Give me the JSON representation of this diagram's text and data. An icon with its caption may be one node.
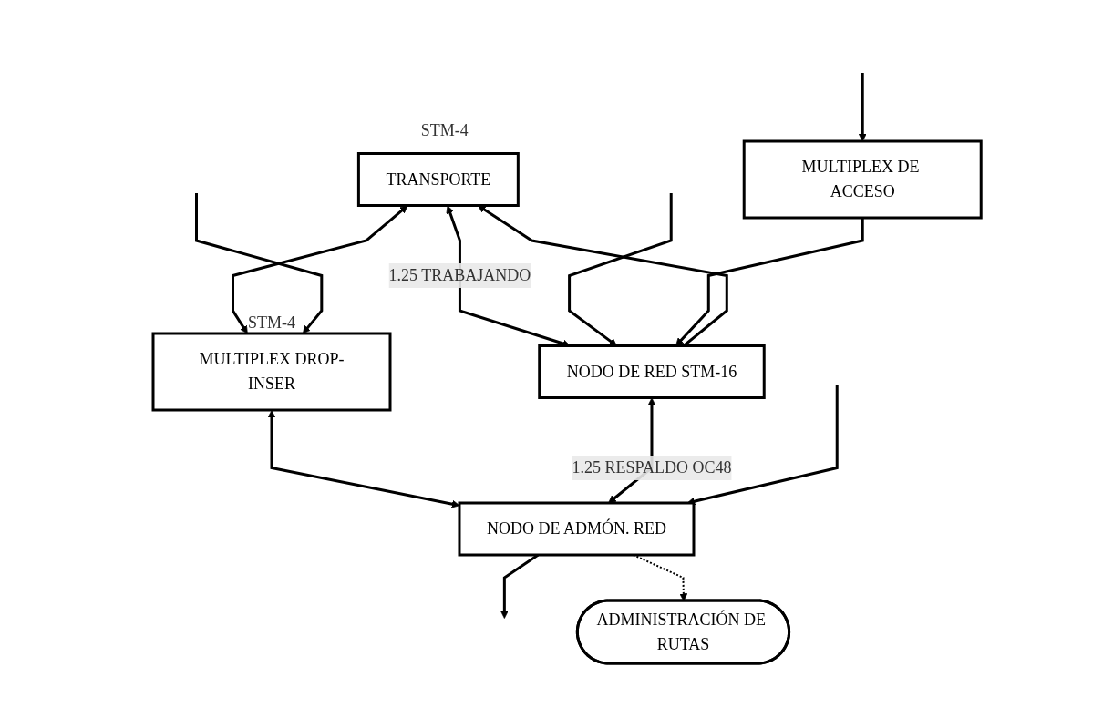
{
  "diagram": {
    "nodes": [
      {
        "text": [
          "TRANSPORTE"
        ],
        "beside": [
          "STM-4"
        ]
      },
      {
        "text": [
          "MULTIPLEX DROP-INSER"
        ],
        "beside": [
          "STM-4"
        ]
      },
      {
        "text": [
          "NODO DE RED STM-16"
        ]
      },
      {
        "text": [
          "NODO DE ADMÓN. RED"
        ]
      },
      {
        "text": [
          "MULTIPLEX DE ACCESO"
        ]
      },
      {
        "text": [
          "ADMINISTRACIÓN DE RUTAS"
        ]
      }
    ],
    "edges": [
      {
        "from": 0,
        "to": 1,
        "arrow": "both"
      },
      {
        "from": 2,
        "to": 0,
        "arrow": "to"
      },
      {
        "from": 0,
        "to": 2,
        "arrow": "both",
        "label": "1.25 TRABAJANDO"
      },
      {
        "from": null,
        "to": 1,
        "arrow": "to"
      },
      {
        "from": 1,
        "to": 3,
        "arrow": "both"
      },
      {
        "from": 2,
        "to": 3,
        "arrow": "both",
        "label": "1.25 RESPALDO OC48"
      },
      {
        "from": 3,
        "to": null,
        "arrow": "to"
      },
      {
        "from": null,
        "to": 2,
        "arrow": "to"
      },
      {
        "from": 4,
        "to": 2,
        "arrow": "to"
      },
      {
        "from": null,
        "to": 3,
        "arrow": "to"
      },
      {
        "from": null,
        "to": 4,
        "arrow": "to"
      },
      {
        "from": 3,
        "to": 5,
        "arrow": "to",
        "style": "dashed"
      }
    ]
  }
}
